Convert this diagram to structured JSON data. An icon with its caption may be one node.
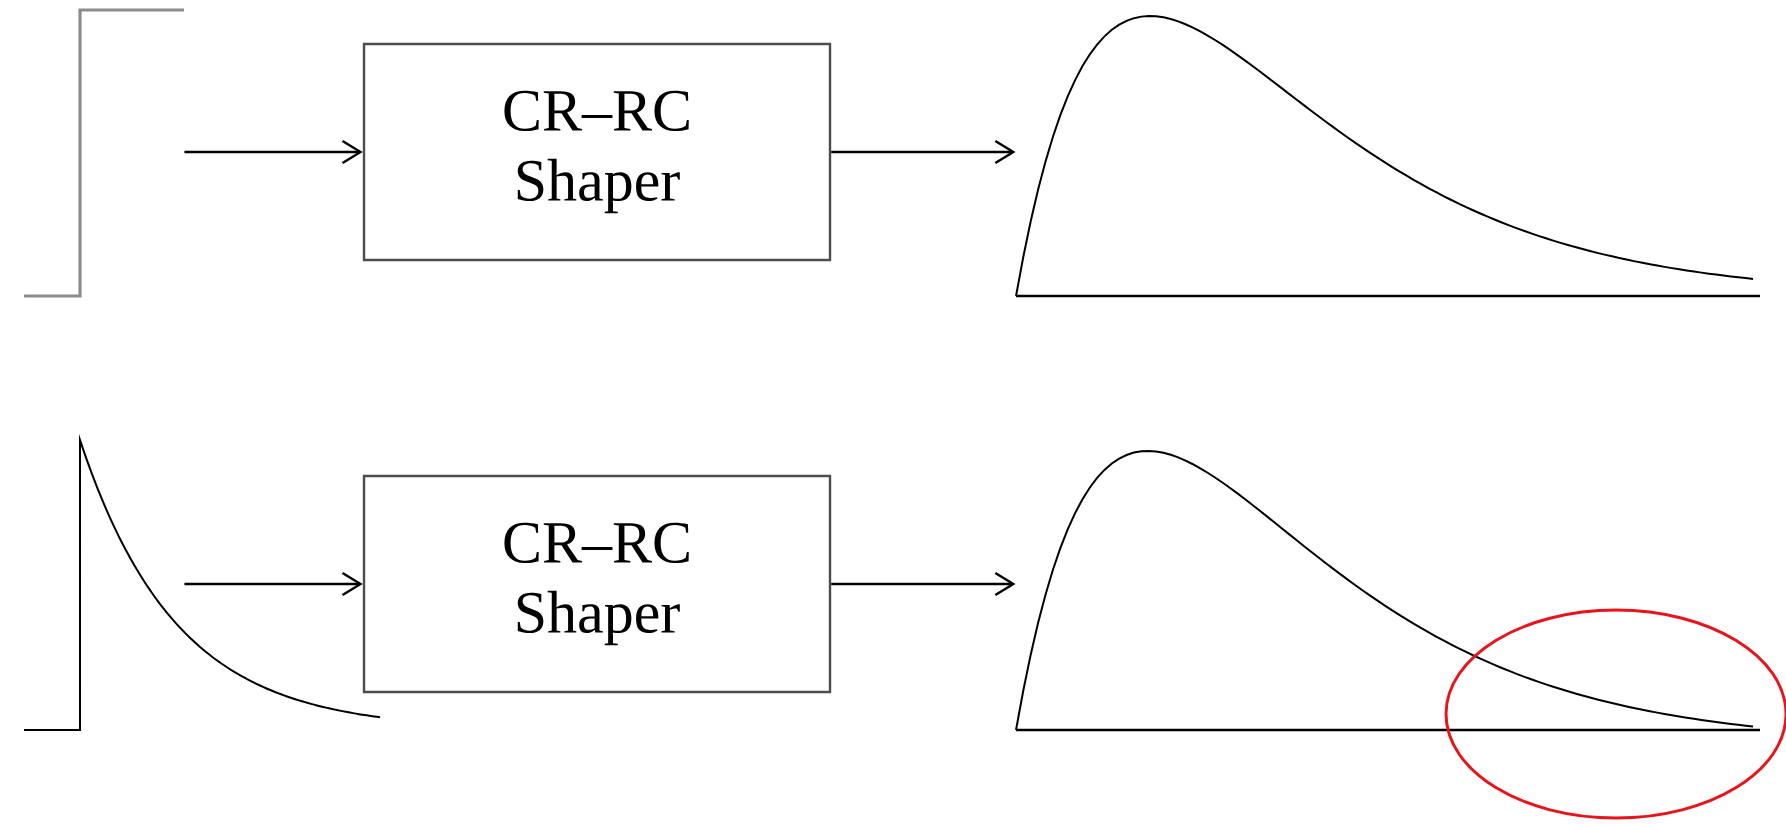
{
  "diagram": {
    "nodes": [
      {
        "text": [],
        "shape": "picture"
      },
      {
        "text": [
          "CR–RC Shaper"
        ]
      },
      {
        "text": [],
        "shape": "picture"
      },
      {
        "text": [],
        "shape": "picture"
      },
      {
        "text": [
          "CR–RC Shaper"
        ]
      },
      {
        "text": [],
        "shape": "picture"
      }
    ],
    "edges": [
      {
        "from": 0,
        "to": 1,
        "arrow": "to"
      },
      {
        "from": 1,
        "to": 2,
        "arrow": "to"
      },
      {
        "from": 3,
        "to": 4,
        "arrow": "to"
      },
      {
        "from": 4,
        "to": 5,
        "arrow": "to"
      }
    ]
  }
}
